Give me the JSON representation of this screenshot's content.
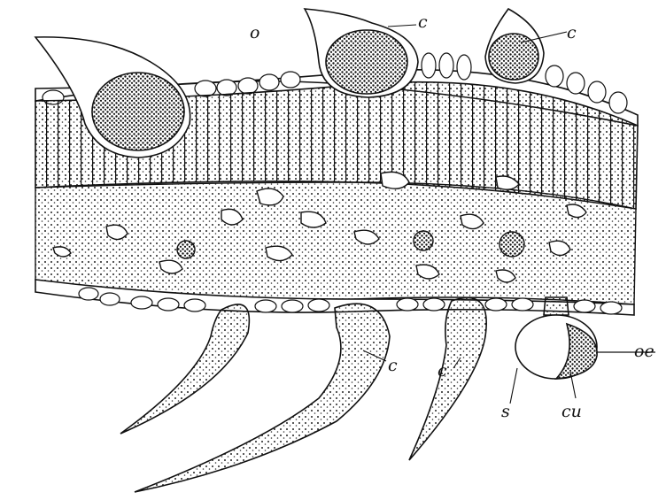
{
  "figure": {
    "background": "#ffffff",
    "ink": "#111111",
    "labels": {
      "o": "o",
      "c_top_center": "c",
      "c_top_right": "c",
      "c_hair_center": "c",
      "c_hair_right": "c",
      "s": "s",
      "cu": "cu",
      "oe": "oe"
    }
  }
}
